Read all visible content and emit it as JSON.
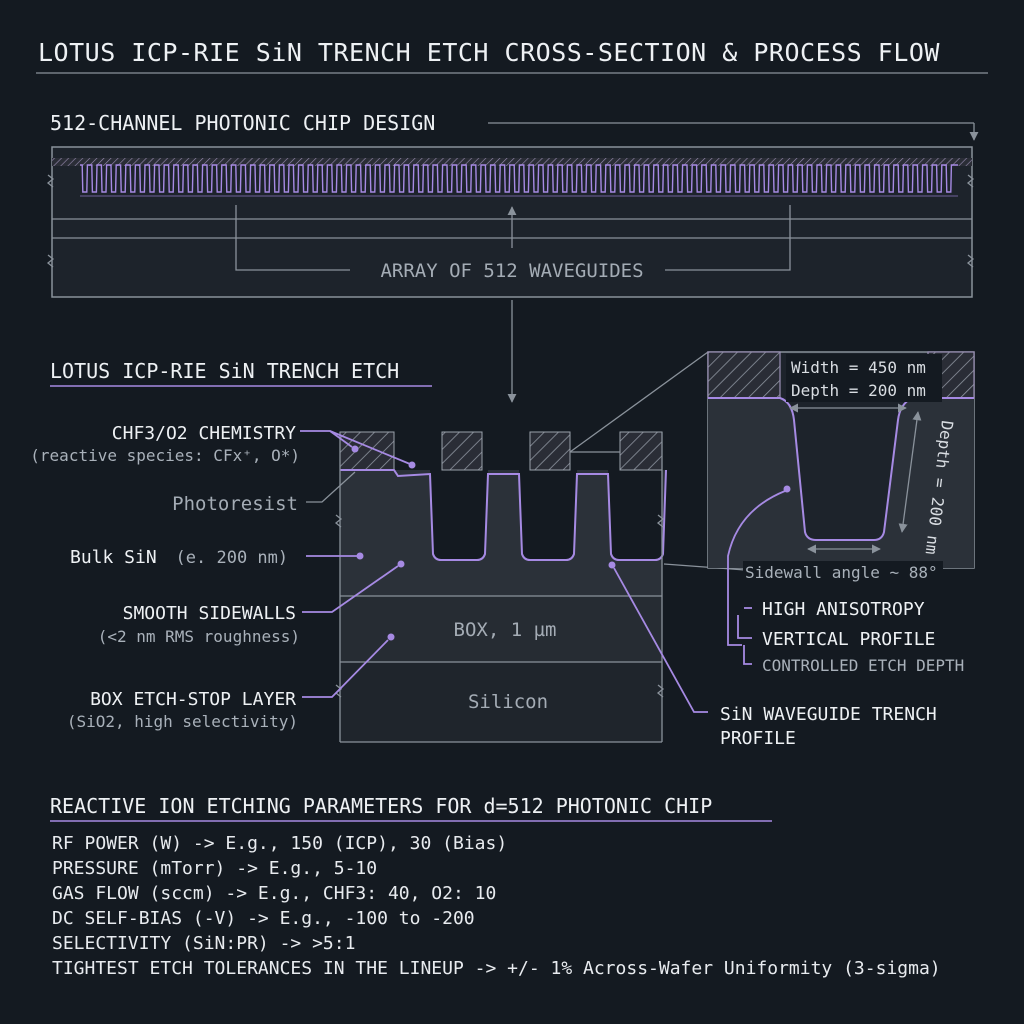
{
  "title": "LOTUS ICP-RIE SiN TRENCH ETCH CROSS-SECTION & PROCESS FLOW",
  "chip": {
    "heading": "512-CHANNEL PHOTONIC CHIP DESIGN",
    "array_label": "ARRAY OF 512 WAVEGUIDES"
  },
  "etch": {
    "heading": "LOTUS ICP-RIE SiN TRENCH ETCH",
    "chemistry": "CHF3/O2 CHEMISTRY",
    "chemistry_sub": "(reactive species: CFx⁺, O*)",
    "photoresist": "Photoresist",
    "bulk_name": "Bulk SiN",
    "bulk_sub": "(e. 200 nm)",
    "sidewalls": "SMOOTH SIDEWALLS",
    "sidewalls_sub": "(<2 nm RMS roughness)",
    "box_stop": "BOX ETCH-STOP LAYER",
    "box_stop_sub": "(SiO2, high selectivity)",
    "box_layer": "BOX, 1 µm",
    "silicon_layer": "Silicon",
    "trench_profile_line1": "SiN WAVEGUIDE TRENCH",
    "trench_profile_line2": "PROFILE"
  },
  "zoom": {
    "width": "Width = 450 nm",
    "depth": "Depth = 200 nm",
    "depth_side": "Depth = 200 nm",
    "sidewall_angle": "Sidewall angle ~ 88°",
    "feature1": "HIGH ANISOTROPY",
    "feature2": "VERTICAL PROFILE",
    "feature3": "CONTROLLED ETCH DEPTH"
  },
  "params": {
    "heading": "REACTIVE ION ETCHING PARAMETERS FOR d=512 PHOTONIC CHIP",
    "lines": [
      "RF POWER (W) -> E.g., 150 (ICP), 30 (Bias)",
      "PRESSURE (mTorr) -> E.g., 5-10",
      "GAS FLOW (sccm) -> E.g., CHF3: 40, O2: 10",
      "DC SELF-BIAS (-V) -> E.g., -100 to -200",
      "SELECTIVITY (SiN:PR) -> >5:1",
      "TIGHTEST ETCH TOLERANCES IN THE LINEUP -> +/- 1% Across-Wafer Uniformity (3-sigma)"
    ]
  },
  "colors": {
    "background": "#141a21",
    "accent": "#a68ae3",
    "line": "#8a929b"
  }
}
